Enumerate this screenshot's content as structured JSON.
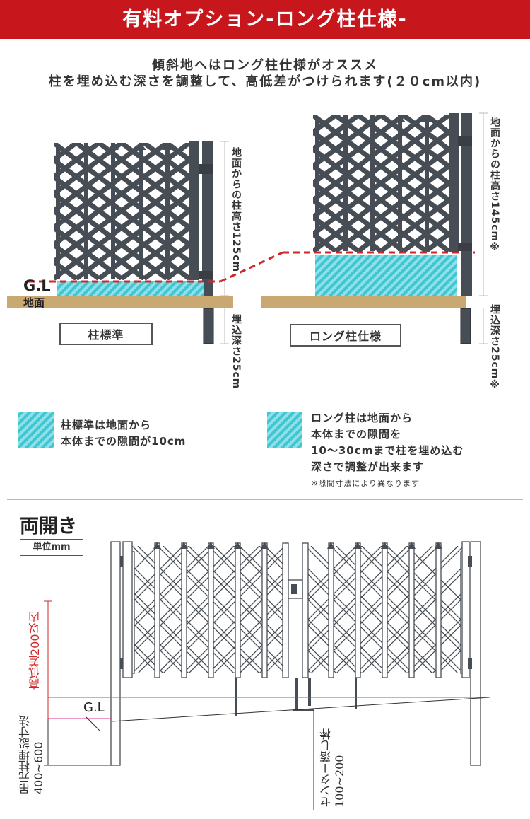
{
  "banner": {
    "title": "有料オプション-ロング柱仕様-"
  },
  "intro": {
    "line1": "傾斜地へはロング柱仕様がオススメ",
    "line2": "柱を埋め込む深さを調整して、高低差がつけられます(２０cm以内)"
  },
  "left_panel": {
    "gl_label": "G.L",
    "ground_label": "地面",
    "caption": "柱標準",
    "height_label": "地面からの柱高さ125cm",
    "depth_label": "埋込深さ25cm"
  },
  "right_panel": {
    "caption": "ロング柱仕様",
    "height_label": "地面からの柱高さ145cm※",
    "depth_label": "埋込深さ25cm※"
  },
  "legend": {
    "left_note": [
      "柱標準は地面から",
      "本体までの隙間が10cm"
    ],
    "right_note": [
      "ロング柱は地面から",
      "本体までの隙間を",
      "10～30cmまで柱を埋め込む",
      "深さで調整が出来ます"
    ],
    "right_footnote": "※隙間寸法により異なります"
  },
  "section2": {
    "title": "両開き",
    "unit": "単位mm",
    "height_diff": "高低差200以内",
    "gl_label": "G.L",
    "post_depth": [
      "吊元柱埋設寸法",
      "400~600"
    ],
    "center_rod": [
      "センター落し棒",
      "100~200"
    ]
  },
  "colors": {
    "banner_red": "#c8161d",
    "gate_gray": "#474d55",
    "ground_tan": "#c9a872",
    "cyan_hatch": "#5fd1db",
    "dash_red": "#d0282a",
    "line_pink": "#e0338a"
  }
}
